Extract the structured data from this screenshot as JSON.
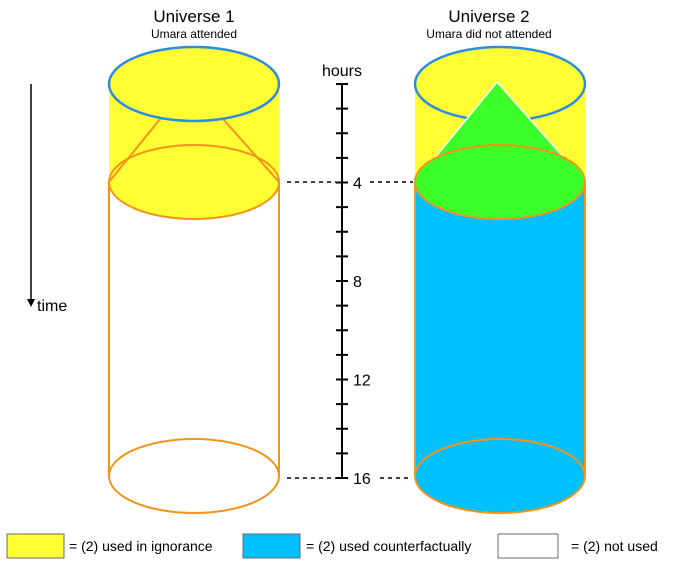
{
  "colors": {
    "ignorance": "#ffff33",
    "counterfactual": "#00c0ff",
    "unused": "#ffffff",
    "cylinder_edge": "#f39419",
    "top_edge": "#2f8be0",
    "overlap": "#3cff2a"
  },
  "universe1": {
    "title": "Universe 1",
    "subtitle": "Umara attended"
  },
  "universe2": {
    "title": "Universe 2",
    "subtitle": "Umara did not attended"
  },
  "time_axis": {
    "label": "time",
    "icon": "down-arrow-icon"
  },
  "hours_axis": {
    "label": "hours",
    "min": 0,
    "max": 16,
    "minor_step": 1,
    "tick_labels": [
      "4",
      "8",
      "12",
      "16"
    ],
    "tick_values": [
      4,
      8,
      12,
      16
    ]
  },
  "legend": [
    {
      "label": "= (2) used in ignorance",
      "color": "#ffff33"
    },
    {
      "label": "= (2) used counterfactually",
      "color": "#00c0ff"
    },
    {
      "label": "= (2) not used",
      "color": "#ffffff"
    }
  ]
}
